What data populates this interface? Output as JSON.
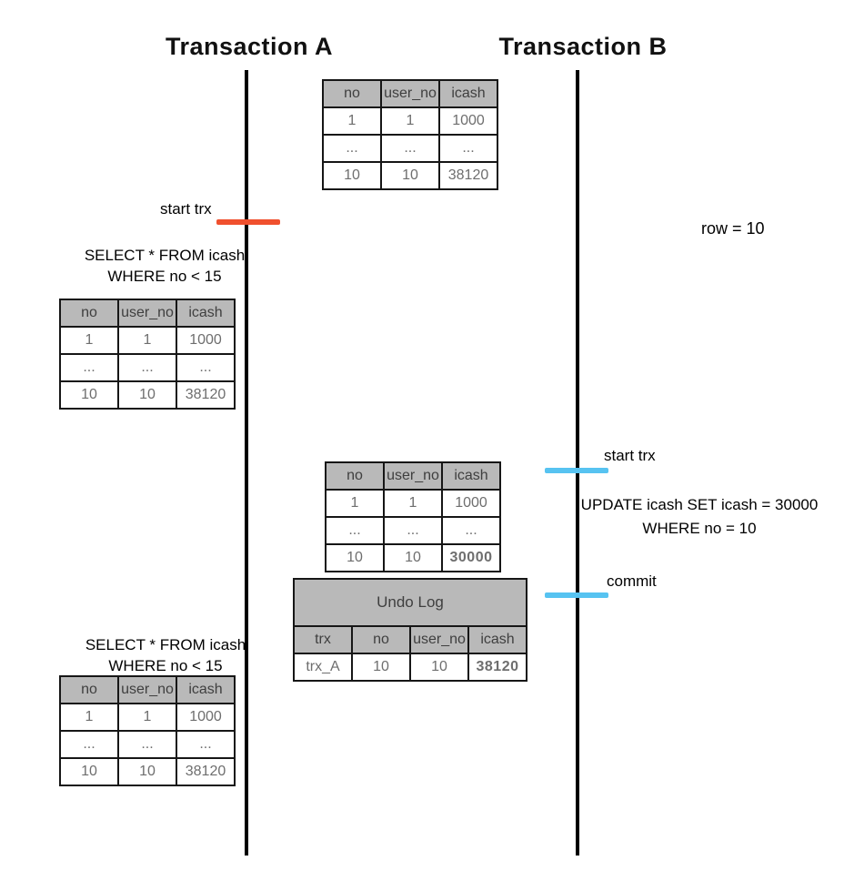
{
  "titles": {
    "a": "Transaction A",
    "b": "Transaction B"
  },
  "colors": {
    "timeline": "#000000",
    "tick_red": "#f0502e",
    "tick_blue": "#57c3f1",
    "table_header_bg": "#b9b9b9",
    "table_text": "#6e6e6e",
    "highlight_red": "#f4391c"
  },
  "icash_table": {
    "headers": [
      "no",
      "user_no",
      "icash"
    ],
    "rows": [
      [
        "1",
        "1",
        "1000"
      ],
      [
        "...",
        "...",
        "..."
      ],
      [
        "10",
        "10",
        "38120"
      ]
    ]
  },
  "icash_table_updated": {
    "headers": [
      "no",
      "user_no",
      "icash"
    ],
    "rows": [
      [
        "1",
        "1",
        "1000"
      ],
      [
        "...",
        "...",
        "..."
      ],
      [
        "10",
        "10",
        "30000"
      ]
    ]
  },
  "undo_log": {
    "title": "Undo Log",
    "headers": [
      "trx",
      "no",
      "user_no",
      "icash"
    ],
    "rows": [
      [
        "trx_A",
        "10",
        "10",
        "38120"
      ]
    ]
  },
  "transaction_a": {
    "start_label": "start trx",
    "select_1": {
      "line1": "SELECT * FROM icash",
      "line2": "WHERE no < 15"
    },
    "select_2": {
      "line1": "SELECT * FROM icash",
      "line2": "WHERE no < 15"
    }
  },
  "transaction_b": {
    "row_note": "row = 10",
    "start_label": "start trx",
    "update": {
      "line1": "UPDATE icash SET icash = 30000",
      "line2": "WHERE no = 10"
    },
    "commit_label": "commit"
  }
}
